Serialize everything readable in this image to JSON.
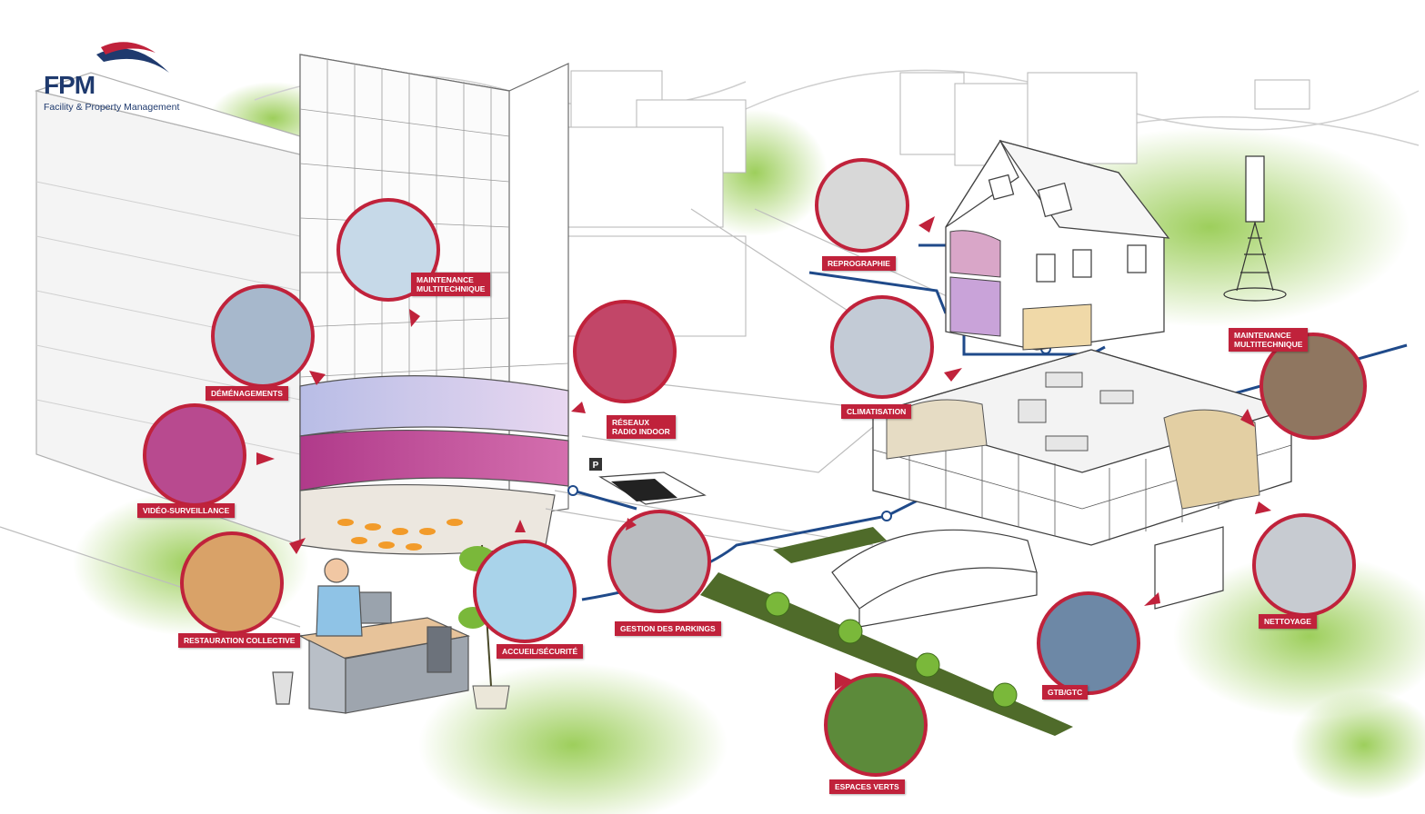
{
  "logo": {
    "name": "FPM",
    "tagline": "Facility & Property Management"
  },
  "colors": {
    "accent": "#c0223b",
    "brand": "#1f3a6e",
    "grass": "#8cc63f",
    "line": "#1f4a8a"
  },
  "services": [
    {
      "id": "maintenance-1",
      "line1": "MAINTENANCE",
      "line2": "MULTITECHNIQUE",
      "icon": "technician-ladder"
    },
    {
      "id": "demenagements",
      "line1": "DÉMÉNAGEMENTS",
      "line2": "",
      "icon": "movers"
    },
    {
      "id": "video",
      "line1": "VIDÉO-SURVEILLANCE",
      "line2": "",
      "icon": "security-camera"
    },
    {
      "id": "restauration",
      "line1": "RESTAURATION COLLECTIVE",
      "line2": "",
      "icon": "cafeteria"
    },
    {
      "id": "accueil",
      "line1": "ACCUEIL/SÉCURITÉ",
      "line2": "",
      "icon": "reception"
    },
    {
      "id": "parkings",
      "line1": "GESTION DES PARKINGS",
      "line2": "",
      "icon": "parking-garage"
    },
    {
      "id": "reseaux",
      "line1": "RÉSEAUX",
      "line2": "RADIO INDOOR",
      "icon": "radio-network"
    },
    {
      "id": "reprographie",
      "line1": "REPROGRAPHIE",
      "line2": "",
      "icon": "copier"
    },
    {
      "id": "climatisation",
      "line1": "CLIMATISATION",
      "line2": "",
      "icon": "hvac-unit"
    },
    {
      "id": "maintenance-2",
      "line1": "MAINTENANCE",
      "line2": "MULTITECHNIQUE",
      "icon": "ceiling-repair"
    },
    {
      "id": "nettoyage",
      "line1": "NETTOYAGE",
      "line2": "",
      "icon": "floor-cleaner"
    },
    {
      "id": "gtb",
      "line1": "GTB/GTC",
      "line2": "",
      "icon": "control-room"
    },
    {
      "id": "espaces",
      "line1": "ESPACES VERTS",
      "line2": "",
      "icon": "garden-path"
    }
  ],
  "signs": {
    "parking": "P"
  }
}
